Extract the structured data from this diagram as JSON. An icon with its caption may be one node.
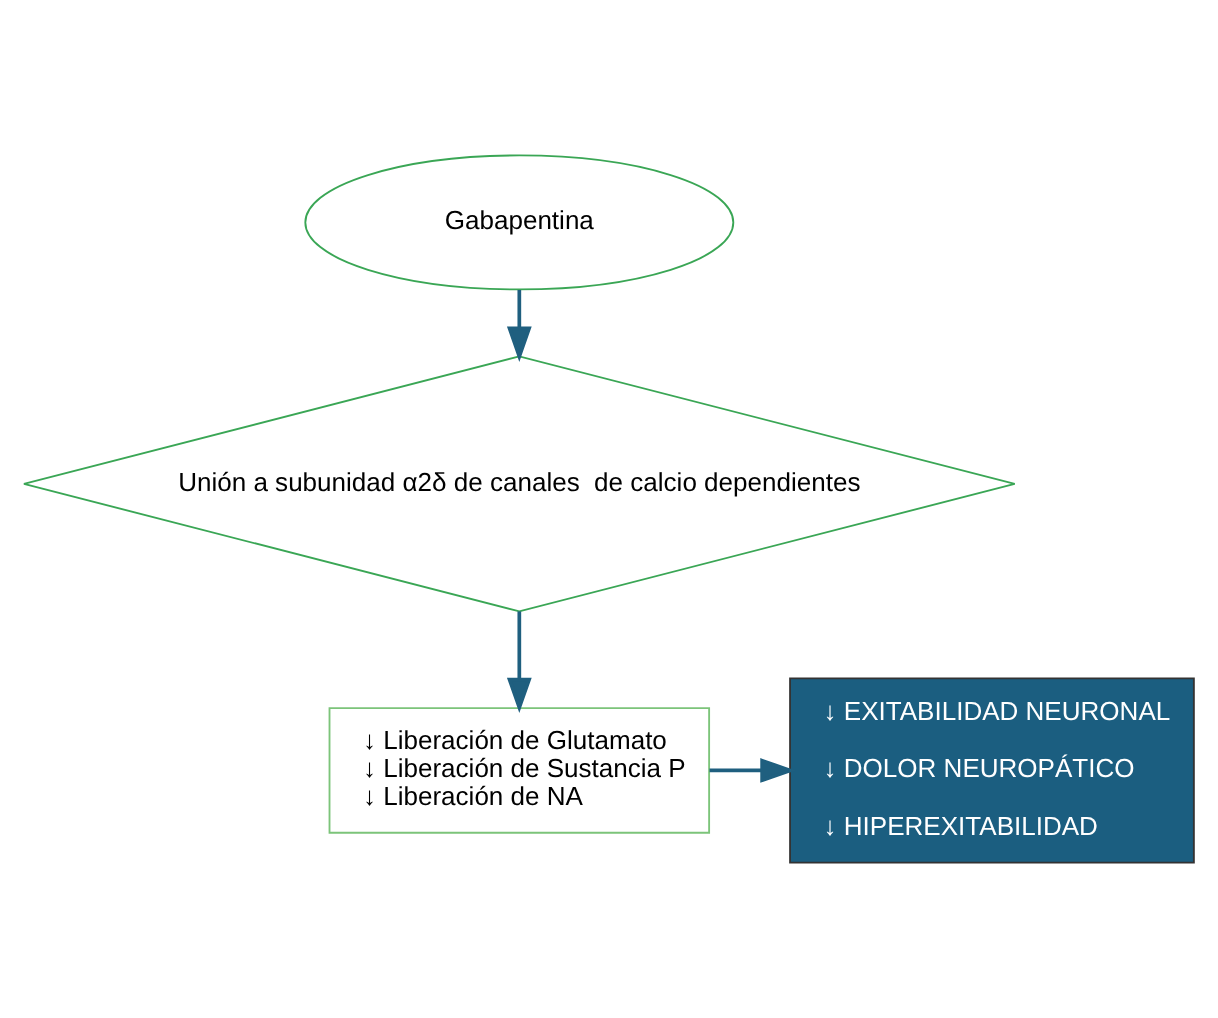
{
  "diagram": {
    "nodes": [
      {
        "text": [
          "Gabapentina"
        ]
      },
      {
        "text": [
          "Unión a subunidad α2δ de canales  de calcio dependientes"
        ]
      },
      {
        "text": [
          "↓ Liberación de Glutamato",
          "↓ Liberación de Sustancia P",
          "↓ Liberación de NA"
        ]
      },
      {
        "text": [
          "↓ EXITABILIDAD NEURONAL",
          "↓ DOLOR NEUROPÁTICO",
          "↓ HIPEREXITABILIDAD"
        ]
      }
    ],
    "edges": [
      {
        "from": 0,
        "to": 1,
        "arrow": "to"
      },
      {
        "from": 1,
        "to": 2,
        "arrow": "to"
      },
      {
        "from": 2,
        "to": 3,
        "arrow": "to"
      }
    ]
  }
}
